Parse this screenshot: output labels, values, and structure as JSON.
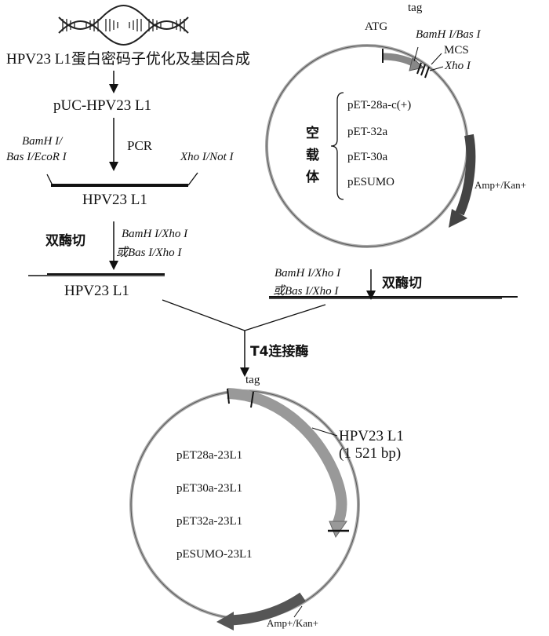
{
  "top_left": {
    "title": "HPV23 L1蛋白密码子优化及基因合成",
    "plasmid": "pUC-HPV23 L1",
    "pcr": "PCR",
    "site_left_1": "BamH I/",
    "site_left_2": "Bas I/EcoR I",
    "site_right": "Xho I/Not I",
    "product": "HPV23 L1",
    "digest": "双酶切",
    "digest_sites_1": "BamH I/Xho I",
    "digest_sites_2": "或Bas I/Xho I",
    "digested_product": "HPV23 L1"
  },
  "top_right": {
    "atg": "ATG",
    "tag": "tag",
    "site_1": "BamH I/Bas I",
    "mcs": "MCS",
    "site_2": "Xho I",
    "empty_vector_label": "空载体",
    "vectors": [
      "pET-28a-c(+)",
      "pET-32a",
      "pET-30a",
      "pESUMO"
    ],
    "resistance": "Amp+/Kan+",
    "digest_sites_1": "BamH I/Xho I",
    "digest_sites_2": "或Bas I/Xho I",
    "digest": "双酶切"
  },
  "ligation": {
    "enzyme": "T4连接酶"
  },
  "bottom": {
    "tag": "tag",
    "insert": "HPV23 L1",
    "insert_size": "(1 521 bp)",
    "constructs": [
      "pET28a-23L1",
      "pET30a-23L1",
      "pET32a-23L1",
      "pESUMO-23L1"
    ],
    "resistance": "Amp+/Kan+"
  }
}
